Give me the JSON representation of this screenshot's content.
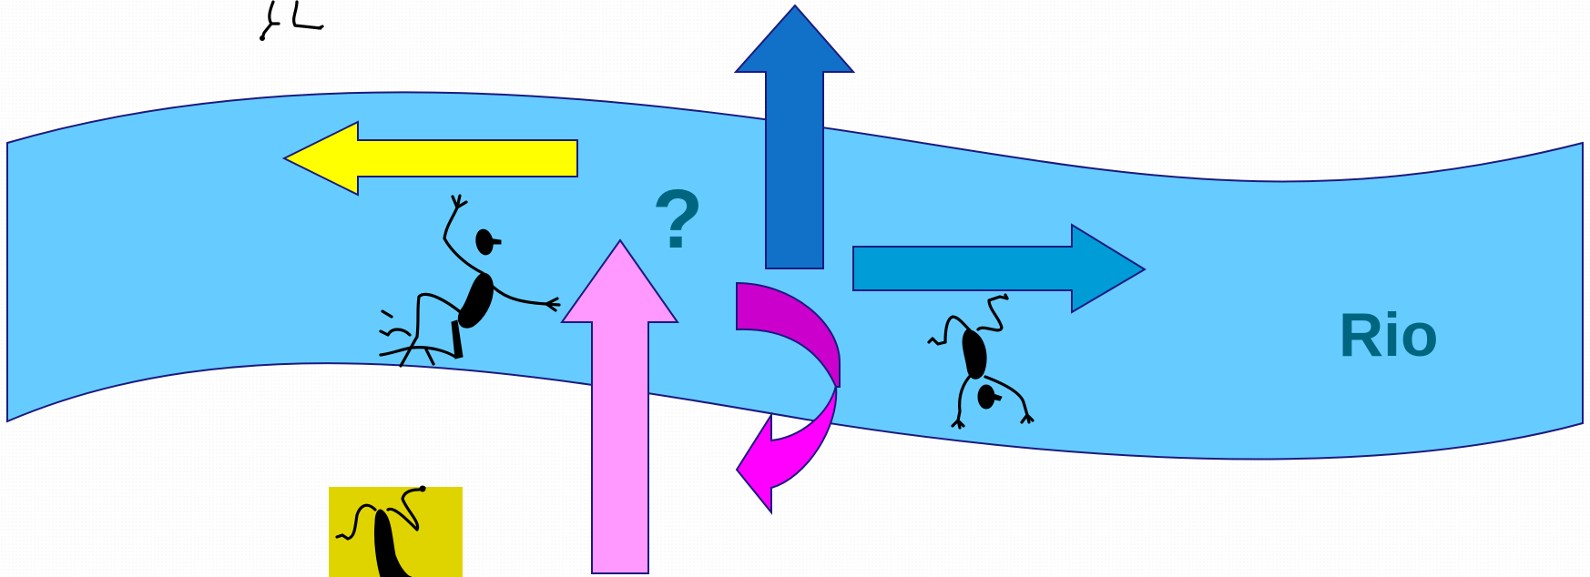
{
  "diagram": {
    "river": {
      "label": "Rio",
      "water_color": "#66ccff",
      "border_color": "#1a1a80",
      "label_color": "#006680"
    },
    "question": {
      "text": "?",
      "color": "#006680"
    },
    "arrows": [
      {
        "name": "left-yellow-arrow",
        "direction": "left",
        "color": "#ffff00"
      },
      {
        "name": "up-blue-arrow",
        "direction": "up",
        "color": "#1170c8"
      },
      {
        "name": "right-teal-arrow",
        "direction": "right",
        "color": "#009cd8"
      },
      {
        "name": "up-pink-arrow",
        "direction": "up",
        "color": "#ff99ff"
      },
      {
        "name": "u-turn-magenta-arrow",
        "direction": "u-turn-down-left",
        "color": "#ff00ff"
      }
    ],
    "figures": [
      {
        "name": "person-top-partial-icon",
        "orientation": "partial"
      },
      {
        "name": "fisherman-icon",
        "orientation": "swimming-left"
      },
      {
        "name": "diver-icon",
        "orientation": "upside-down"
      },
      {
        "name": "person-on-yellow-icon",
        "orientation": "partial",
        "background": "#e0d400"
      }
    ]
  }
}
